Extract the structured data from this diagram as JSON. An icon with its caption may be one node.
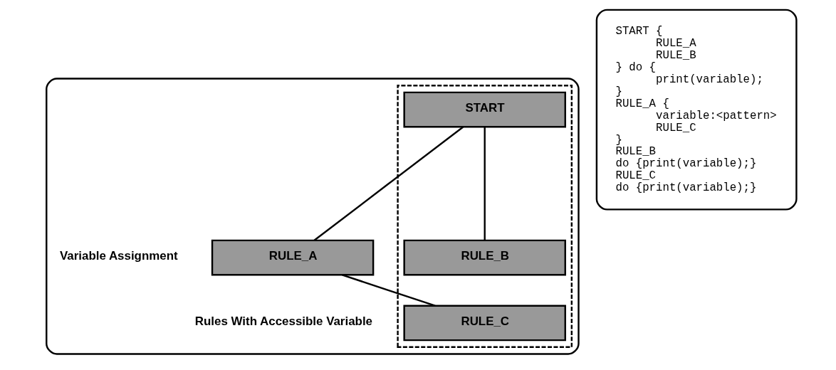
{
  "diagram": {
    "nodes": [
      {
        "text": [],
        "shape": "box"
      },
      {
        "text": [],
        "shape": "box",
        "in": 0
      },
      {
        "text": [
          "START"
        ],
        "in": 1
      },
      {
        "text": [
          "RULE_A"
        ],
        "in": 0
      },
      {
        "text": [
          "RULE_B"
        ],
        "in": 1
      },
      {
        "text": [
          "RULE_C"
        ],
        "in": 1
      },
      {
        "text": [
          "START {",
          "RULE_A",
          "RULE_B",
          "} do {",
          "print(variable);",
          "}",
          "RULE_A {",
          "variable:<pattern>",
          "RULE_C",
          "}",
          "RULE_B",
          "do {print(variable);}",
          "RULE_C",
          "do {print(variable);}"
        ]
      }
    ],
    "edges": [
      {
        "from": 2,
        "to": 3,
        "arrow": "none"
      },
      {
        "from": 2,
        "to": 4,
        "arrow": "none"
      },
      {
        "from": 3,
        "to": 5,
        "arrow": "none"
      }
    ],
    "labels": [
      "Variable Assignment",
      "Rules With Accessible Variable"
    ]
  }
}
